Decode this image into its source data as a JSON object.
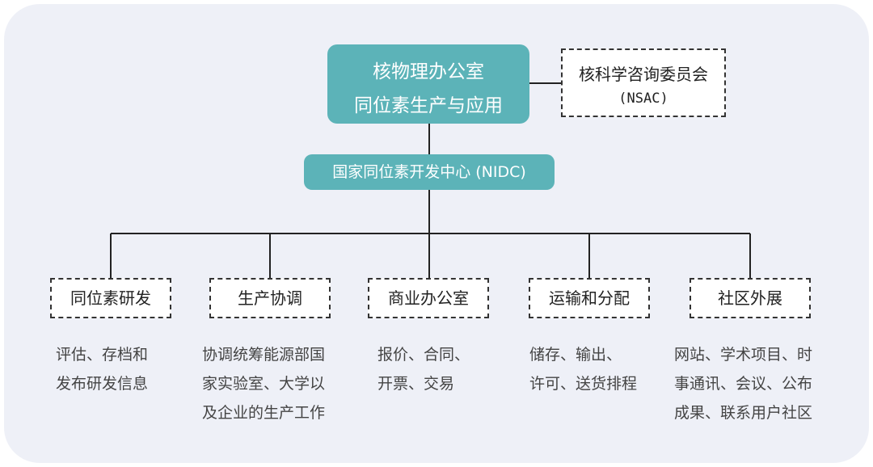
{
  "top_box": {
    "line1": "核物理办公室",
    "line2": "同位素生产与应用"
  },
  "advisory": {
    "line1": "核科学咨询委员会",
    "line2": "(NSAC)"
  },
  "center": {
    "label": "国家同位素开发中心 (NIDC)"
  },
  "departments": [
    {
      "name": "同位素研发",
      "description": "评估、存档和\n发布研发信息"
    },
    {
      "name": "生产协调",
      "description": "协调统筹能源部国\n家实验室、大学以\n及企业的生产工作"
    },
    {
      "name": "商业办公室",
      "description": "报价、合同、\n开票、交易"
    },
    {
      "name": "运输和分配",
      "description": "储存、输出、\n许可、送货排程"
    },
    {
      "name": "社区外展",
      "description": "网站、学术项目、时\n事通讯、会议、公布\n成果、联系用户社区"
    }
  ],
  "colors": {
    "accent": "#5cb3b8",
    "background": "#eef0f7",
    "line": "#222222"
  }
}
